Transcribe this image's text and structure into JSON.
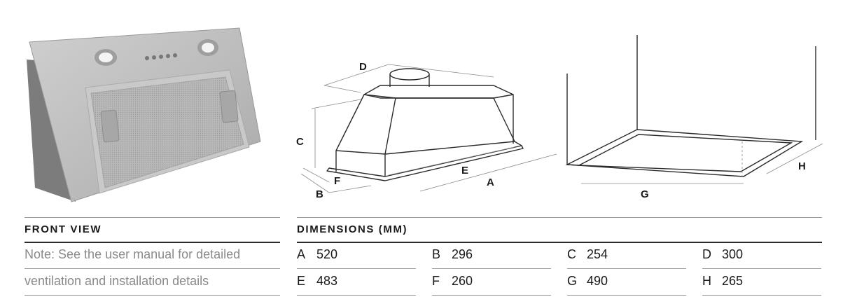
{
  "drawings": {
    "diagram_labels": {
      "a": "A",
      "b": "B",
      "c": "C",
      "d": "D",
      "e": "E",
      "f": "F",
      "g": "G",
      "h": "H"
    }
  },
  "front_view": {
    "title": "FRONT VIEW",
    "note_line1": "Note: See the user manual for detailed",
    "note_line2": "ventilation and installation details"
  },
  "dimensions": {
    "title": "DIMENSIONS (MM)",
    "rows": [
      [
        {
          "label": "A",
          "value": "520"
        },
        {
          "label": "B",
          "value": "296"
        },
        {
          "label": "C",
          "value": "254"
        },
        {
          "label": "D",
          "value": "300"
        }
      ],
      [
        {
          "label": "E",
          "value": "483"
        },
        {
          "label": "F",
          "value": "260"
        },
        {
          "label": "G",
          "value": "490"
        },
        {
          "label": "H",
          "value": "265"
        }
      ]
    ]
  }
}
